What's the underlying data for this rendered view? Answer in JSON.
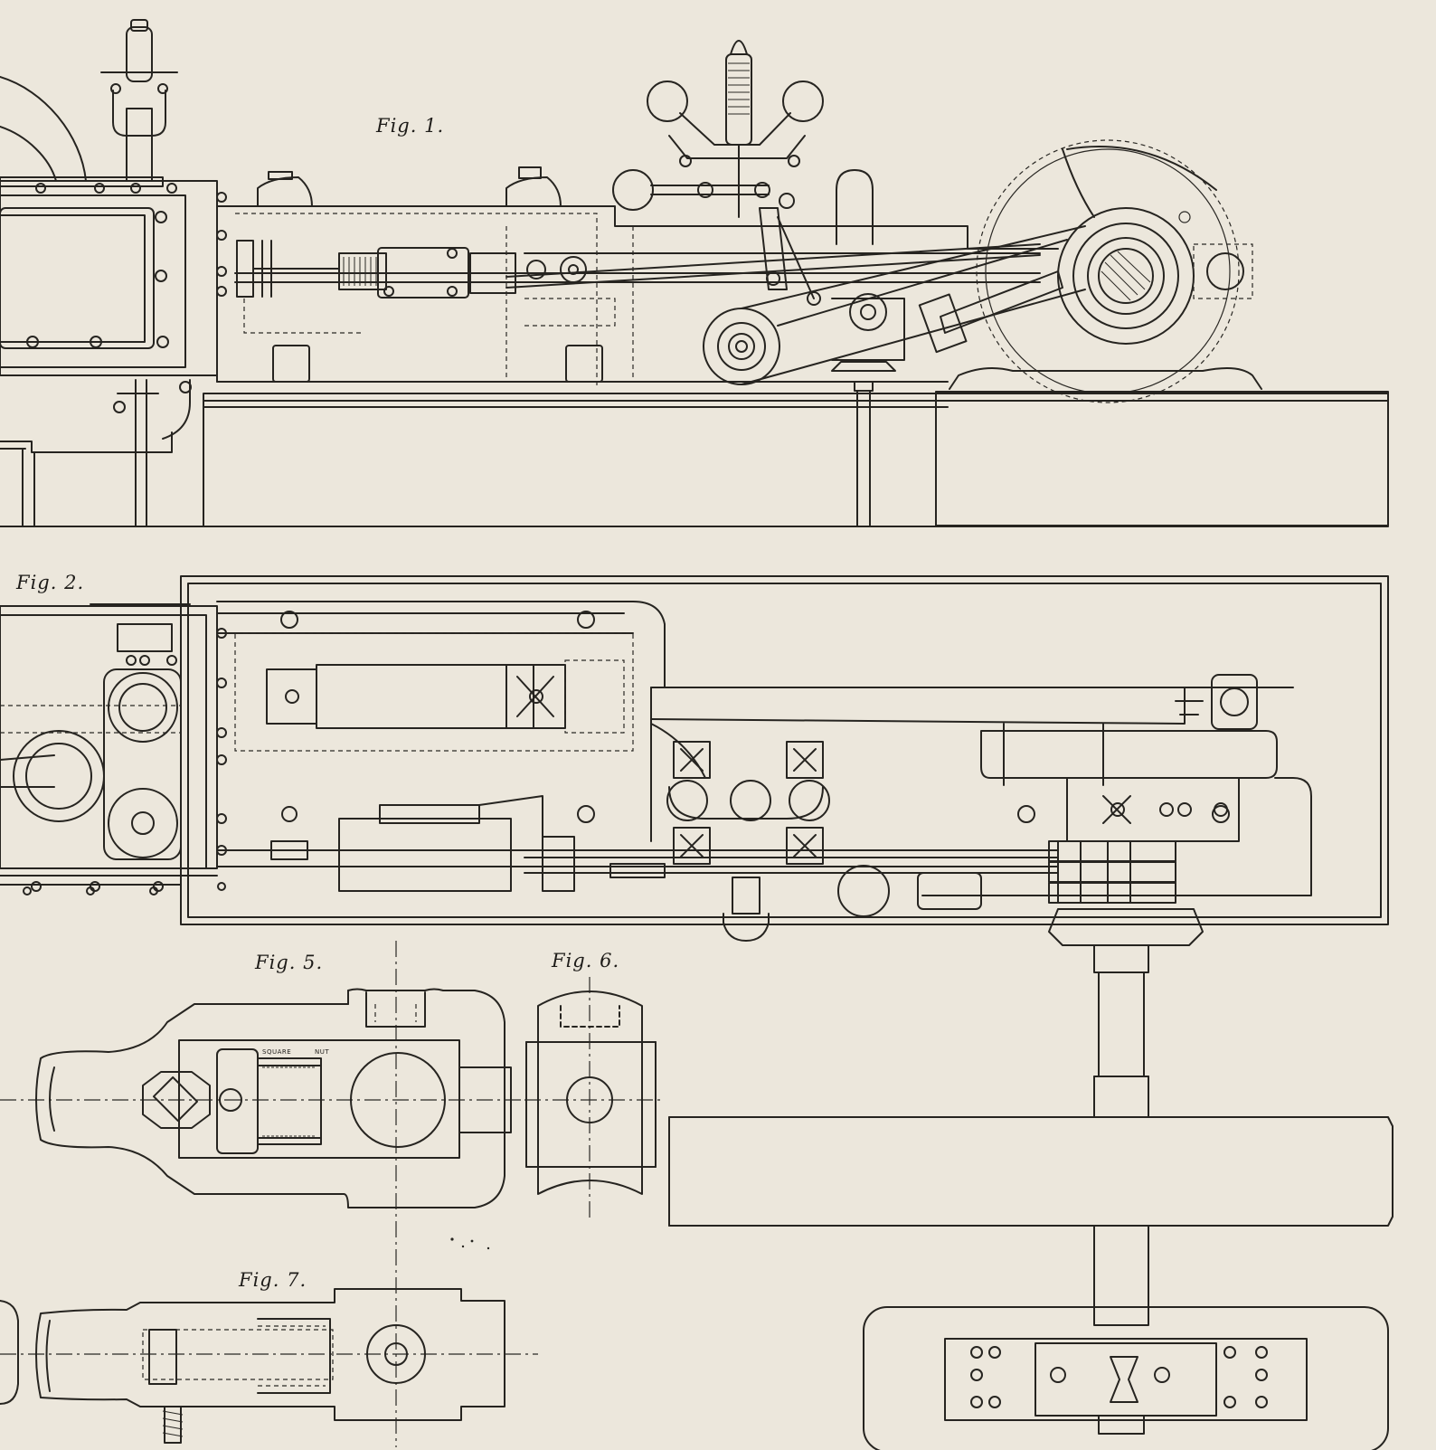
{
  "figures": {
    "fig1": "Fig. 1.",
    "fig2": "Fig. 2.",
    "fig5": "Fig. 5.",
    "fig6": "Fig. 6.",
    "fig7": "Fig. 7."
  },
  "annotations": {
    "square": "SQUARE",
    "nut": "NUT"
  },
  "colors": {
    "paper": "#ece7dc",
    "ink": "#262420"
  }
}
